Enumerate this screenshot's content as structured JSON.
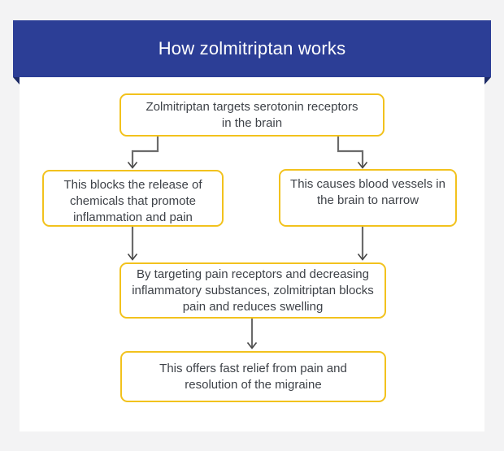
{
  "banner": {
    "title": "How zolmitriptan works"
  },
  "flowchart": {
    "nodes": [
      {
        "id": "targets",
        "lines": [
          "Zolmitriptan targets serotonin receptors",
          "in the brain"
        ]
      },
      {
        "id": "blocks",
        "lines": [
          "This blocks the release of",
          "chemicals that promote",
          "inflammation and pain"
        ]
      },
      {
        "id": "vessels",
        "lines": [
          "This causes blood vessels in",
          "the brain to narrow"
        ]
      },
      {
        "id": "combined",
        "lines": [
          "By targeting pain receptors and decreasing",
          "inflammatory substances, zolmitriptan blocks",
          "pain and reduces swelling"
        ]
      },
      {
        "id": "relief",
        "lines": [
          "This offers fast relief from pain and",
          "resolution of the migraine"
        ]
      }
    ]
  },
  "colors": {
    "page_bg": "#f3f3f4",
    "card_bg": "#ffffff",
    "banner_bg": "#2c3e96",
    "banner_text": "#ffffff",
    "fold": "#1c2a66",
    "box_border": "#f2c21d",
    "box_text": "#3e4248",
    "connector": "#6b6b6b",
    "arrowhead": "#454545"
  }
}
